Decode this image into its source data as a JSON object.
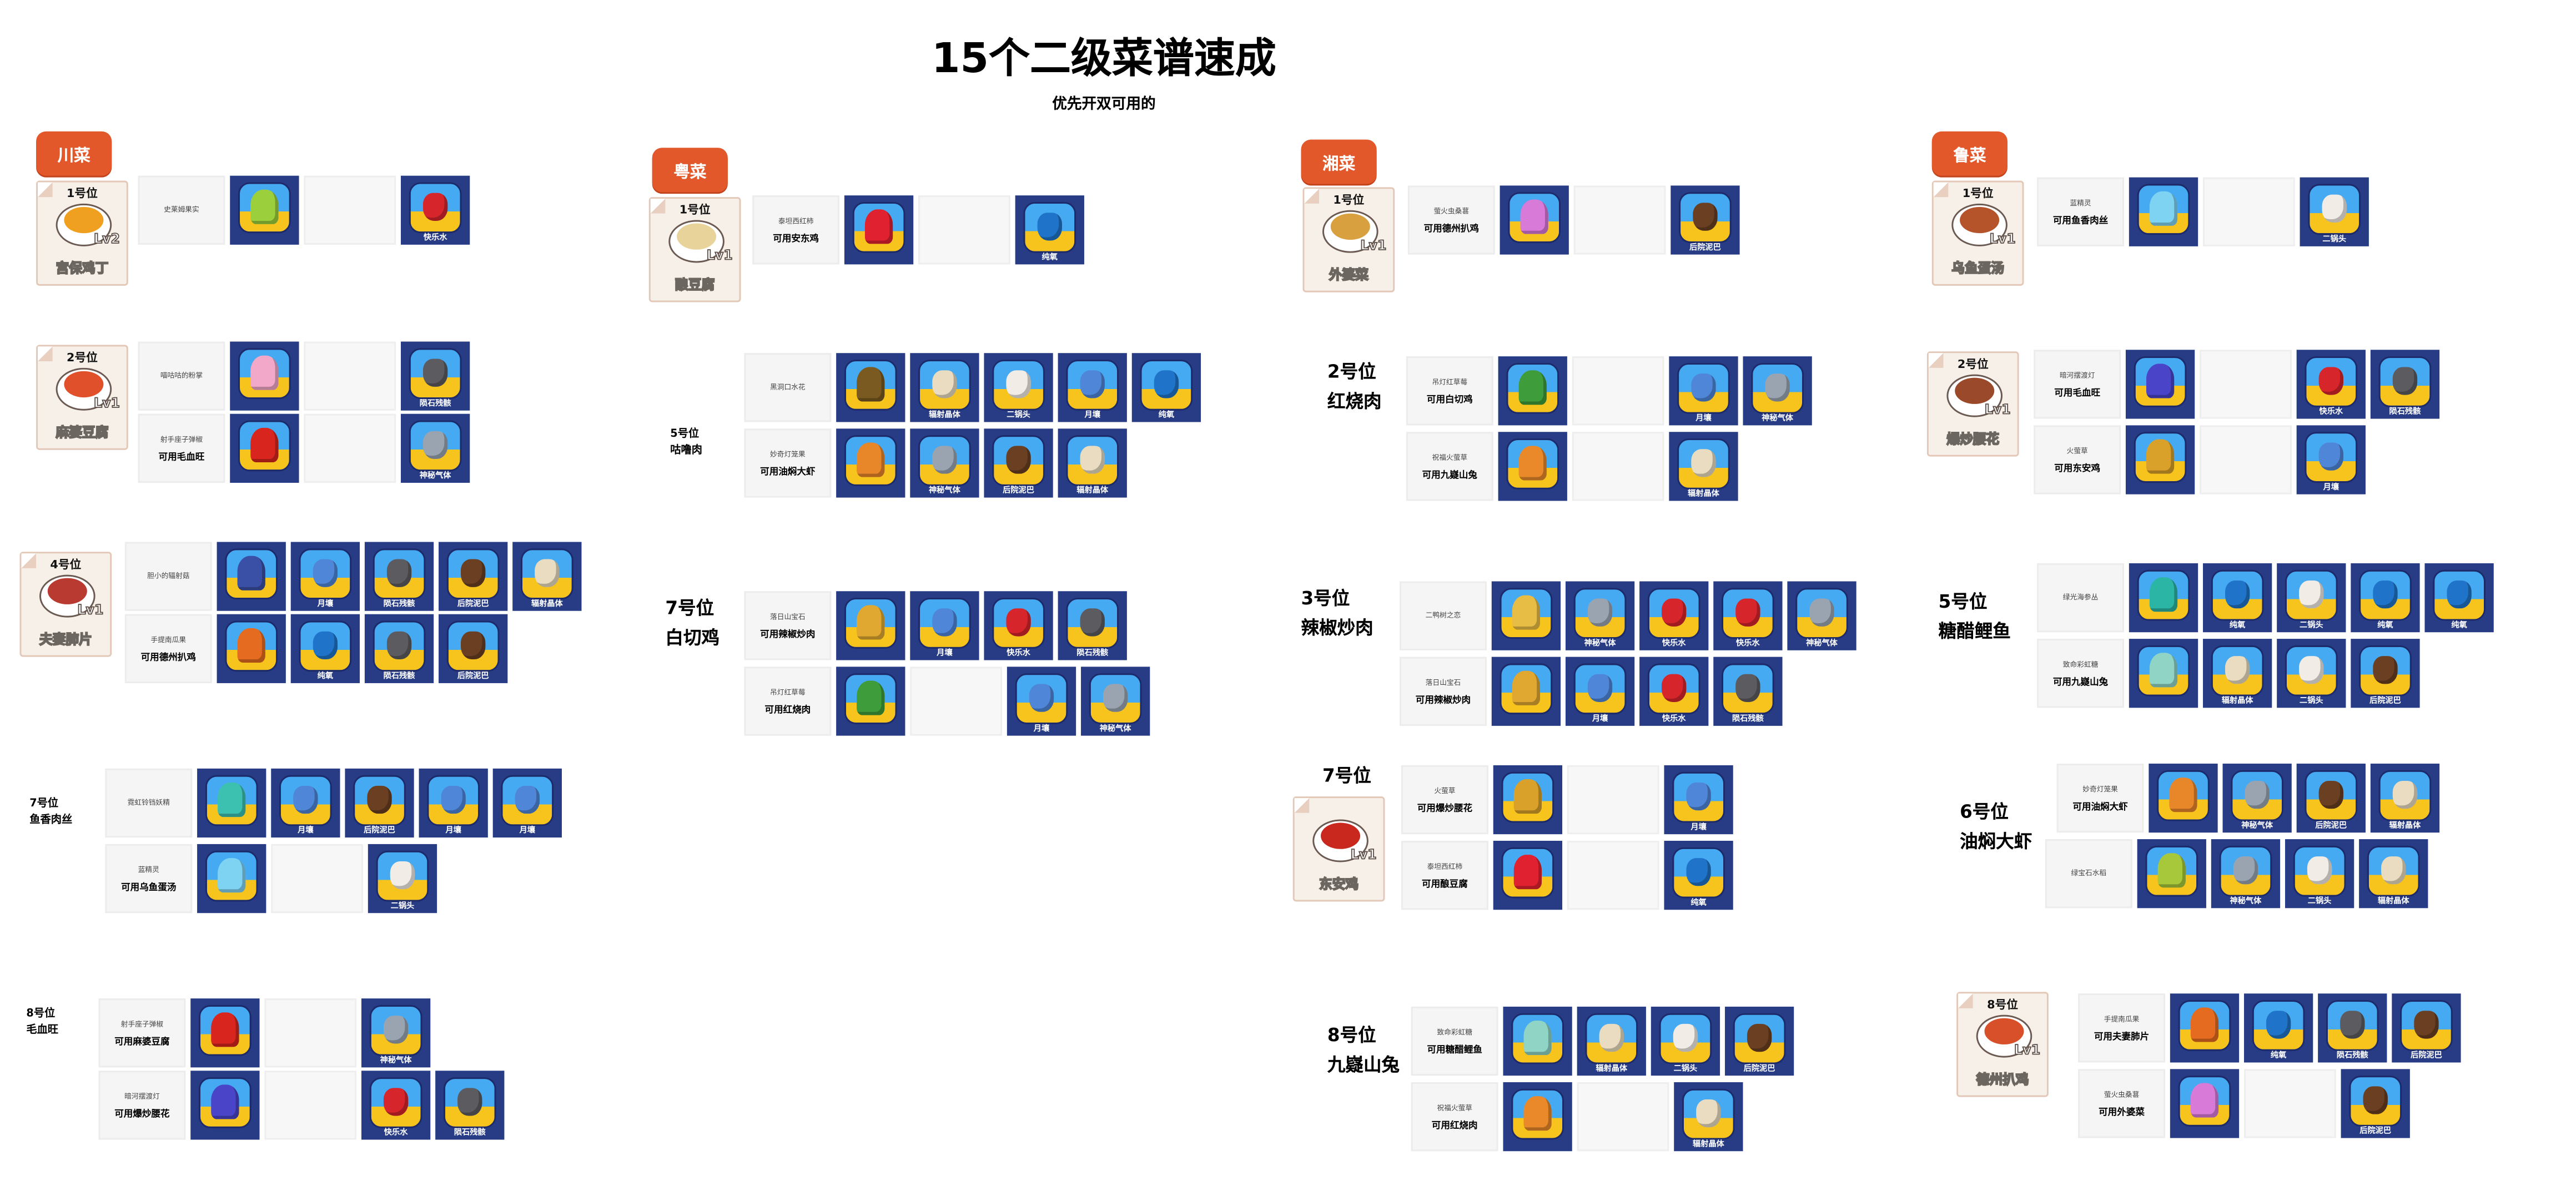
{
  "title": "15个二级菜谱速成",
  "subtitle": "优先开双可用的",
  "item_colors": {
    "快乐水": "#d7262b",
    "陨石残骸": "#5c5c60",
    "神秘气体": "#9aa4b0",
    "月壤": "#4f86d8",
    "后院泥巴": "#6b3f22",
    "辐射晶体": "#e9dcc0",
    "纯氧": "#1f74c9",
    "二锅头": "#f1ece6"
  },
  "plant_colors": {
    "史莱姆果实": "#9ccf3c",
    "喵咕咕的粉掌": "#f2a8c8",
    "射手座子弹椒": "#d8261e",
    "胆小的辐射菇": "#3a4fa6",
    "手提南瓜果": "#e46b1f",
    "霓虹铃铛妖精": "#3cc1b0",
    "蓝精灵": "#7fd3f2",
    "暗河摆渡灯": "#4a44c8",
    "泰坦西红柿": "#e02230",
    "黑洞口水花": "#7a5a20",
    "妙奇灯笼果": "#e8862a",
    "落日山宝石": "#e0a830",
    "吊灯红草莓": "#3f9c3a",
    "萤火虫桑葚": "#d87ad8",
    "祝福火萤草": "#e9892a",
    "二鸭树之恋": "#e8bd45",
    "火萤草": "#d9a12a",
    "致命彩虹糖": "#8fd4c4",
    "绿光海参丛": "#2bb5a5",
    "绿宝石水稻": "#a6c83a"
  },
  "sections": [
    {
      "cuisine": "川菜",
      "groups": [
        {
          "pos": "1号位",
          "dish": "宫保鸡丁",
          "level": "Lv2",
          "card": true,
          "food": "#f0a020",
          "rows": [
            {
              "plant": "史莱姆果实",
              "use": "",
              "cells": [
                "",
                "快乐水"
              ]
            }
          ]
        },
        {
          "pos": "2号位",
          "dish": "麻婆豆腐",
          "level": "Lv1",
          "card": true,
          "food": "#e0502a",
          "rows": [
            {
              "plant": "喵咕咕的粉掌",
              "use": "",
              "cells": [
                "",
                "陨石残骸"
              ]
            },
            {
              "plant": "射手座子弹椒",
              "use": "可用毛血旺",
              "cells": [
                "",
                "神秘气体"
              ]
            }
          ]
        },
        {
          "pos": "4号位",
          "dish": "夫妻肺片",
          "level": "Lv1",
          "card": true,
          "food": "#b83a30",
          "rows": [
            {
              "plant": "胆小的辐射菇",
              "use": "",
              "cells": [
                "月壤",
                "陨石残骸",
                "后院泥巴",
                "辐射晶体"
              ]
            },
            {
              "plant": "手提南瓜果",
              "use": "可用德州扒鸡",
              "cells": [
                "纯氧",
                "陨石残骸",
                "后院泥巴"
              ]
            }
          ]
        },
        {
          "pos": "7号位",
          "dish": "鱼香肉丝",
          "rows": [
            {
              "plant": "霓虹铃铛妖精",
              "use": "",
              "cells": [
                "月壤",
                "后院泥巴",
                "月壤",
                "月壤"
              ]
            },
            {
              "plant": "蓝精灵",
              "use": "可用乌鱼蛋汤",
              "cells": [
                "",
                "二锅头"
              ]
            }
          ]
        },
        {
          "pos": "8号位",
          "dish": "毛血旺",
          "rows": [
            {
              "plant": "射手座子弹椒",
              "use": "可用麻婆豆腐",
              "cells": [
                "",
                "神秘气体"
              ]
            },
            {
              "plant": "暗河摆渡灯",
              "use": "可用爆炒腰花",
              "cells": [
                "",
                "快乐水",
                "陨石残骸"
              ]
            }
          ]
        }
      ]
    },
    {
      "cuisine": "粤菜",
      "groups": [
        {
          "pos": "1号位",
          "dish": "酿豆腐",
          "level": "Lv1",
          "card": true,
          "food": "#e8d49a",
          "rows": [
            {
              "plant": "泰坦西红柿",
              "use": "可用安东鸡",
              "cells": [
                "",
                "纯氧"
              ]
            }
          ]
        },
        {
          "pos": "5号位",
          "dish": "咕噜肉",
          "rows": [
            {
              "plant": "黑洞口水花",
              "use": "",
              "cells": [
                "辐射晶体",
                "二锅头",
                "月壤",
                "纯氧"
              ]
            },
            {
              "plant": "妙奇灯笼果",
              "use": "可用油焖大虾",
              "cells": [
                "神秘气体",
                "后院泥巴",
                "辐射晶体"
              ]
            }
          ]
        },
        {
          "pos": "7号位",
          "dish": "白切鸡",
          "rows": [
            {
              "plant": "落日山宝石",
              "use": "可用辣椒炒肉",
              "cells": [
                "月壤",
                "快乐水",
                "陨石残骸"
              ]
            },
            {
              "plant": "吊灯红草莓",
              "use": "可用红烧肉",
              "cells": [
                "",
                "月壤",
                "神秘气体"
              ]
            }
          ]
        }
      ]
    },
    {
      "cuisine": "湘菜",
      "groups": [
        {
          "pos": "1号位",
          "dish": "外婆菜",
          "level": "Lv1",
          "card": true,
          "food": "#d9a040",
          "rows": [
            {
              "plant": "萤火虫桑葚",
              "use": "可用德州扒鸡",
              "cells": [
                "",
                "后院泥巴"
              ]
            }
          ]
        },
        {
          "pos": "2号位",
          "dish": "红烧肉",
          "rows": [
            {
              "plant": "吊灯红草莓",
              "use": "可用白切鸡",
              "cells": [
                "",
                "月壤",
                "神秘气体"
              ]
            },
            {
              "plant": "祝福火萤草",
              "use": "可用九嶷山兔",
              "cells": [
                "",
                "辐射晶体"
              ]
            }
          ]
        },
        {
          "pos": "3号位",
          "dish": "辣椒炒肉",
          "rows": [
            {
              "plant": "二鸭树之恋",
              "use": "",
              "cells": [
                "神秘气体",
                "快乐水",
                "快乐水",
                "神秘气体"
              ]
            },
            {
              "plant": "落日山宝石",
              "use": "可用辣椒炒肉",
              "cells": [
                "月壤",
                "快乐水",
                "陨石残骸"
              ]
            }
          ]
        },
        {
          "pos": "7号位",
          "dish": "东安鸡",
          "level": "Lv1",
          "card": true,
          "food": "#c8281e",
          "rows": [
            {
              "plant": "火萤草",
              "use": "可用爆炒腰花",
              "cells": [
                "",
                "月壤"
              ]
            },
            {
              "plant": "泰坦西红柿",
              "use": "可用酿豆腐",
              "cells": [
                "",
                "纯氧"
              ]
            }
          ]
        },
        {
          "pos": "8号位",
          "dish": "九嶷山兔",
          "rows": [
            {
              "plant": "致命彩虹糖",
              "use": "可用糖醋鲤鱼",
              "cells": [
                "辐射晶体",
                "二锅头",
                "后院泥巴"
              ]
            },
            {
              "plant": "祝福火萤草",
              "use": "可用红烧肉",
              "cells": [
                "",
                "辐射晶体"
              ]
            }
          ]
        }
      ]
    },
    {
      "cuisine": "鲁菜",
      "groups": [
        {
          "pos": "1号位",
          "dish": "乌鱼蛋汤",
          "level": "Lv1",
          "card": true,
          "food": "#b5532a",
          "rows": [
            {
              "plant": "蓝精灵",
              "use": "可用鱼香肉丝",
              "cells": [
                "",
                "二锅头"
              ]
            }
          ]
        },
        {
          "pos": "2号位",
          "dish": "爆炒腰花",
          "level": "Lv1",
          "card": true,
          "food": "#9a4a2a",
          "rows": [
            {
              "plant": "暗河摆渡灯",
              "use": "可用毛血旺",
              "cells": [
                "",
                "快乐水",
                "陨石残骸"
              ]
            },
            {
              "plant": "火萤草",
              "use": "可用东安鸡",
              "cells": [
                "",
                "月壤"
              ]
            }
          ]
        },
        {
          "pos": "5号位",
          "dish": "糖醋鲤鱼",
          "rows": [
            {
              "plant": "绿光海参丛",
              "use": "",
              "cells": [
                "纯氧",
                "二锅头",
                "纯氧",
                "纯氧"
              ]
            },
            {
              "plant": "致命彩虹糖",
              "use": "可用九嶷山兔",
              "cells": [
                "辐射晶体",
                "二锅头",
                "后院泥巴"
              ]
            }
          ]
        },
        {
          "pos": "6号位",
          "dish": "油焖大虾",
          "rows": [
            {
              "plant": "妙奇灯笼果",
              "use": "可用油焖大虾",
              "cells": [
                "神秘气体",
                "后院泥巴",
                "辐射晶体"
              ]
            },
            {
              "plant": "绿宝石水稻",
              "use": "",
              "cells": [
                "神秘气体",
                "二锅头",
                "辐射晶体"
              ]
            }
          ]
        },
        {
          "pos": "8号位",
          "dish": "德州扒鸡",
          "level": "Lv1",
          "card": true,
          "food": "#d8502a",
          "rows": [
            {
              "plant": "手提南瓜果",
              "use": "可用夫妻肺片",
              "cells": [
                "纯氧",
                "陨石残骸",
                "后院泥巴"
              ]
            },
            {
              "plant": "萤火虫桑葚",
              "use": "可用外婆菜",
              "cells": [
                "",
                "后院泥巴"
              ]
            }
          ]
        }
      ]
    }
  ]
}
